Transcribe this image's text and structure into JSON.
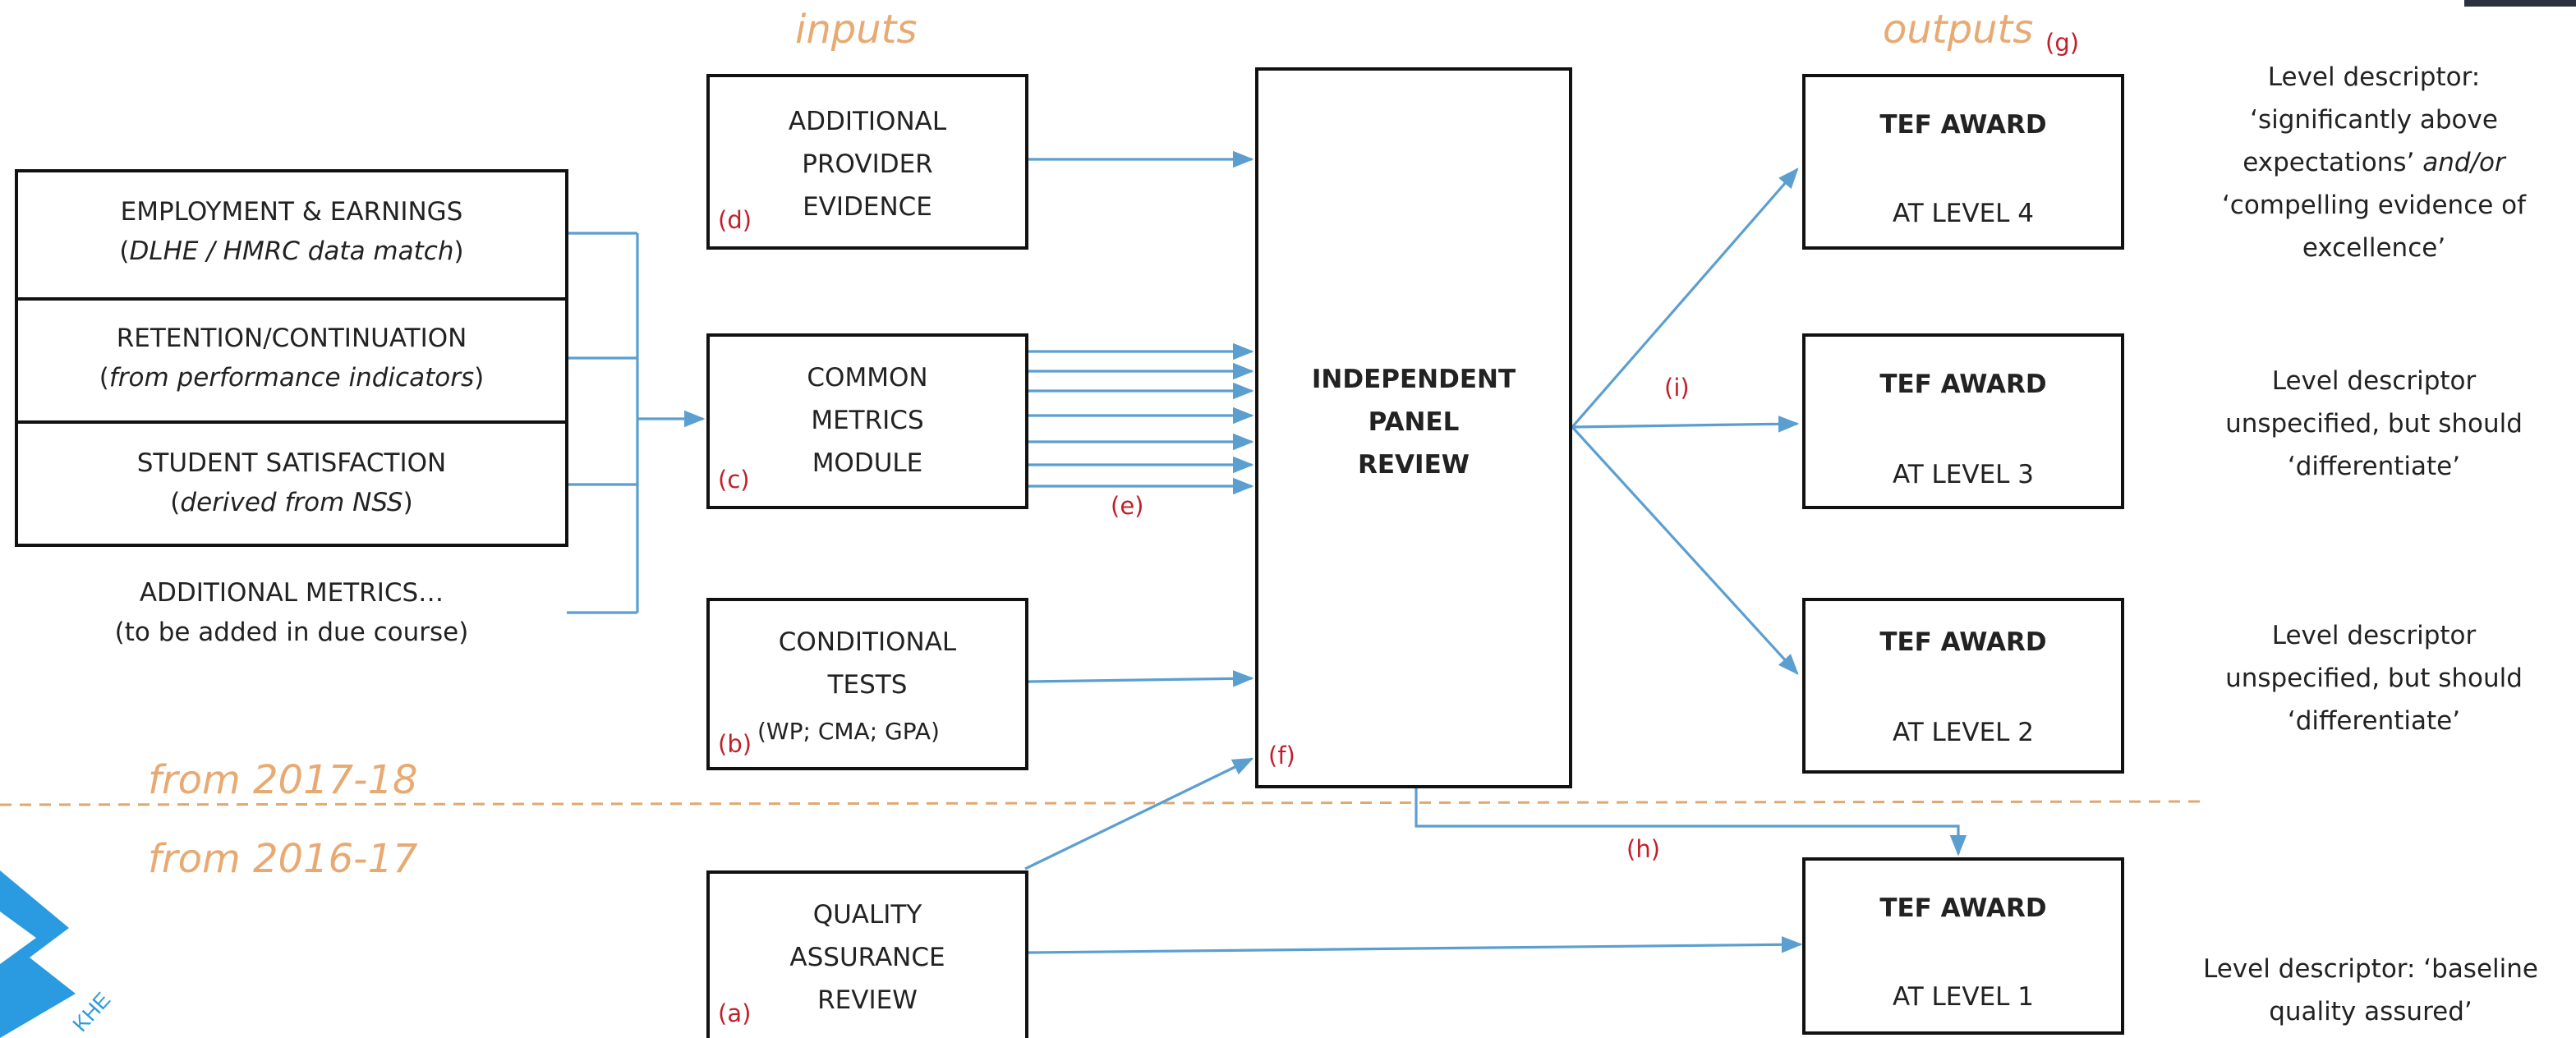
{
  "headers": {
    "inputs": "inputs",
    "outputs": "outputs",
    "outputs_marker": "(g)"
  },
  "metrics": [
    {
      "title": "EMPLOYMENT & EARNINGS",
      "subtitle": "DLHE / HMRC data match",
      "open": "(",
      "close": ")"
    },
    {
      "title": "RETENTION/CONTINUATION",
      "subtitle": "from performance indicators",
      "open": "(",
      "close": ")"
    },
    {
      "title": "STUDENT SATISFACTION",
      "subtitle": "derived from NSS",
      "open": "(",
      "close": ")"
    }
  ],
  "additional_metrics": {
    "line1": "ADDITIONAL METRICS…",
    "line2": "(to be added in due course)"
  },
  "inputs": {
    "provider_evidence": {
      "line1": "ADDITIONAL",
      "line2": "PROVIDER",
      "line3": "EVIDENCE",
      "marker": "(d)"
    },
    "common_metrics": {
      "line1": "COMMON",
      "line2": "METRICS",
      "line3": "MODULE",
      "marker": "(c)"
    },
    "conditional_tests": {
      "line1": "CONDITIONAL",
      "line2": "TESTS",
      "line3": "(WP; CMA; GPA)",
      "marker": "(b)"
    },
    "quality_assurance": {
      "line1": "QUALITY",
      "line2": "ASSURANCE",
      "line3": "REVIEW",
      "marker": "(a)"
    }
  },
  "panel": {
    "line1": "INDEPENDENT",
    "line2": "PANEL",
    "line3": "REVIEW",
    "marker": "(f)"
  },
  "markers": {
    "e": "(e)",
    "h": "(h)",
    "i": "(i)"
  },
  "phases": {
    "upper": "from 2017-18",
    "lower": "from 2016-17"
  },
  "awards": [
    {
      "title": "TEF AWARD",
      "level": "AT LEVEL 4"
    },
    {
      "title": "TEF AWARD",
      "level": "AT LEVEL 3"
    },
    {
      "title": "TEF AWARD",
      "level": "AT LEVEL 2"
    },
    {
      "title": "TEF AWARD",
      "level": "AT LEVEL 1"
    }
  ],
  "descriptors": {
    "level4": {
      "line1": "Level descriptor:",
      "line2a": "‘significantly above",
      "line2b": "expectations’ ",
      "line2c": "and/or",
      "line3": "‘compelling evidence of",
      "line4": "excellence’"
    },
    "level3": {
      "line1": "Level descriptor",
      "line2": "unspecified, but should",
      "line3": "‘differentiate’"
    },
    "level2": {
      "line1": "Level descriptor",
      "line2": "unspecified, but should",
      "line3": "‘differentiate’"
    },
    "level1": {
      "line1": "Level descriptor: ‘baseline",
      "line2": "quality assured’"
    }
  },
  "logo": {
    "text": "KHE"
  },
  "colors": {
    "arrow": "#5b9fd0",
    "phase": "#e8aa73",
    "marker": "#c0202a",
    "divider": "#e0a870"
  }
}
